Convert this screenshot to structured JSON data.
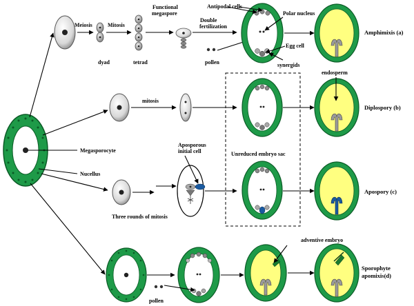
{
  "labels": {
    "meiosis": "Meiosis",
    "mitosis_top": "Mitosis",
    "functional_megaspore": [
      "Functional",
      "megaspore"
    ],
    "antipodal_cells": "Antipodal cells",
    "polar_nucleus": "Polar nucleus",
    "double_fertilization": [
      "Double",
      "fertilization"
    ],
    "egg_cell": "Egg cell",
    "synergids": "synergids",
    "dyad": "dyad",
    "tetrad": "tetrad",
    "pollen_top": "pollen",
    "endosperm": "endosperm",
    "mitosis_diplo": "mitosis",
    "megasporocyte": "Megasporocyte",
    "nucellus": "Nucellus",
    "aposporous_initial_cell": [
      "Aposporous",
      "initial cell"
    ],
    "unreduced_embryo_sac": "Unreduced embryo sac",
    "three_rounds_of_mitosis": "Three rounds of mitosis",
    "adventive_embryo": "adventive embryo",
    "pollen_bottom": "pollen"
  },
  "rows": {
    "amphimixis": "Amphimixis  (a)",
    "diplospory": "Diplospory   (b)",
    "apospory": "Apospory (c)",
    "sporophyte": [
      "Sporophyte",
      "apomixis(d)"
    ]
  },
  "colors": {
    "integument_green": "#1e9a48",
    "integument_stroke": "#0a5a25",
    "endosperm_yellow": "#ffff80",
    "embryo_sac_white": "#ffffff",
    "cell_grey": "#8a8a8a",
    "nucleus_dark": "#222222",
    "apospory_embryo_blue": "#1a5aa0",
    "adventive_embryo_green": "#1a7a30"
  }
}
